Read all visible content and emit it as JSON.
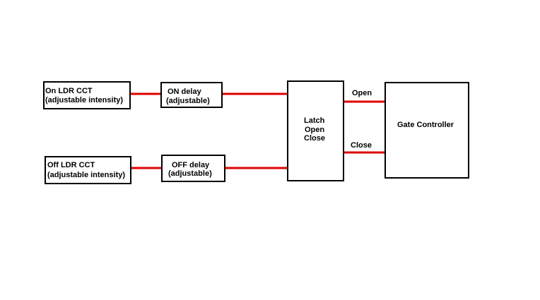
{
  "diagram": {
    "wire_color": "#e00000",
    "blocks": {
      "on_ldr": {
        "line1": "On LDR CCT",
        "line2": "(adjustable intensity)"
      },
      "on_delay": {
        "line1": "ON delay",
        "line2": "(adjustable)"
      },
      "off_ldr": {
        "line1": "Off LDR CCT",
        "line2": "(adjustable intensity)"
      },
      "off_delay": {
        "line1": "OFF delay",
        "line2": "(adjustable)"
      },
      "latch": {
        "line1": "Latch",
        "line2": "Open",
        "line3": "Close"
      },
      "gate_controller": {
        "line1": "Gate Controller"
      }
    },
    "connections": {
      "open_label": "Open",
      "close_label": "Close"
    }
  }
}
